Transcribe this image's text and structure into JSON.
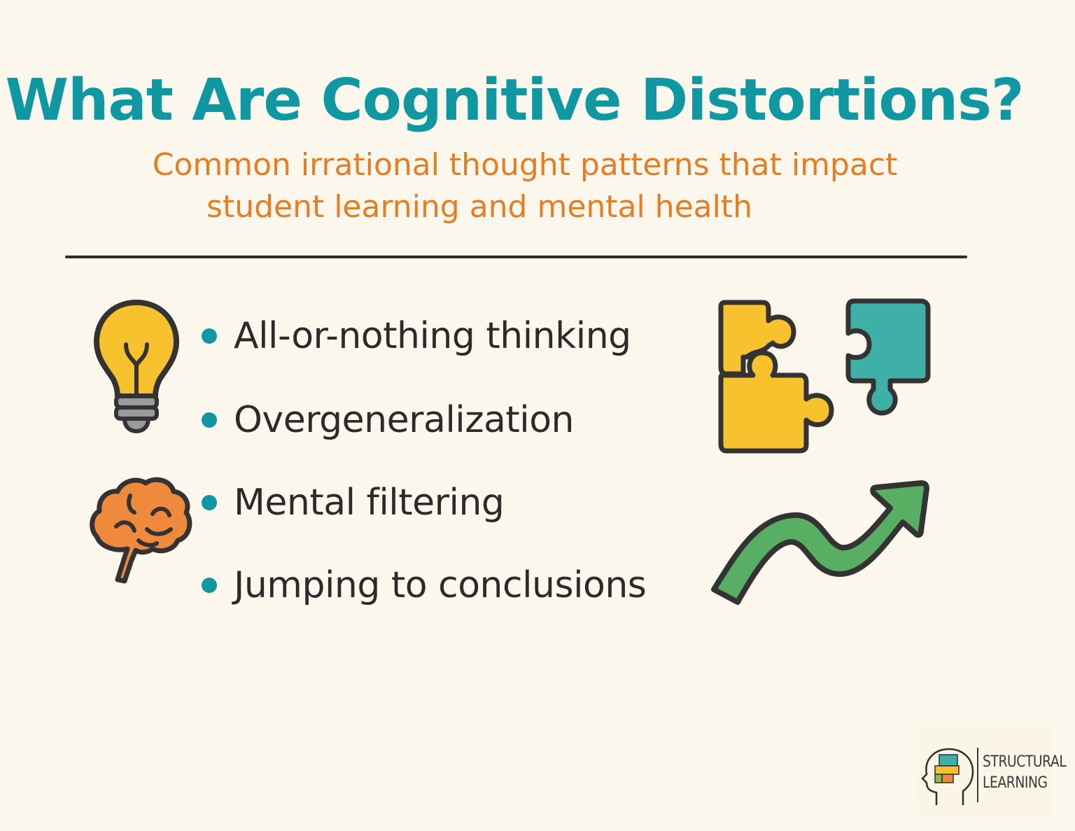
{
  "header": {
    "title": "What Are Cognitive Distortions?",
    "subtitle_line1": "Common irrational thought patterns that impact",
    "subtitle_line2": "student learning and mental health"
  },
  "bullets": [
    {
      "label": "All-or-nothing thinking"
    },
    {
      "label": "Overgeneralization"
    },
    {
      "label": "Mental filtering"
    },
    {
      "label": "Jumping to conclusions"
    }
  ],
  "icons": {
    "left": [
      "lightbulb-icon",
      "brain-icon"
    ],
    "right": [
      "puzzle-pieces-icon",
      "upward-arrow-icon"
    ]
  },
  "logo": {
    "line1": "STRUCTURAL",
    "line2": "LEARNING"
  },
  "colors": {
    "background": "#fcf7ec",
    "title": "#0f98a2",
    "subtitle": "#e47d24",
    "text": "#2b2b2b",
    "bullet": "#0f98a2",
    "yellow": "#f8c22e",
    "teal": "#3fb0a8",
    "orange": "#ef8a3c",
    "green": "#58ae62"
  }
}
